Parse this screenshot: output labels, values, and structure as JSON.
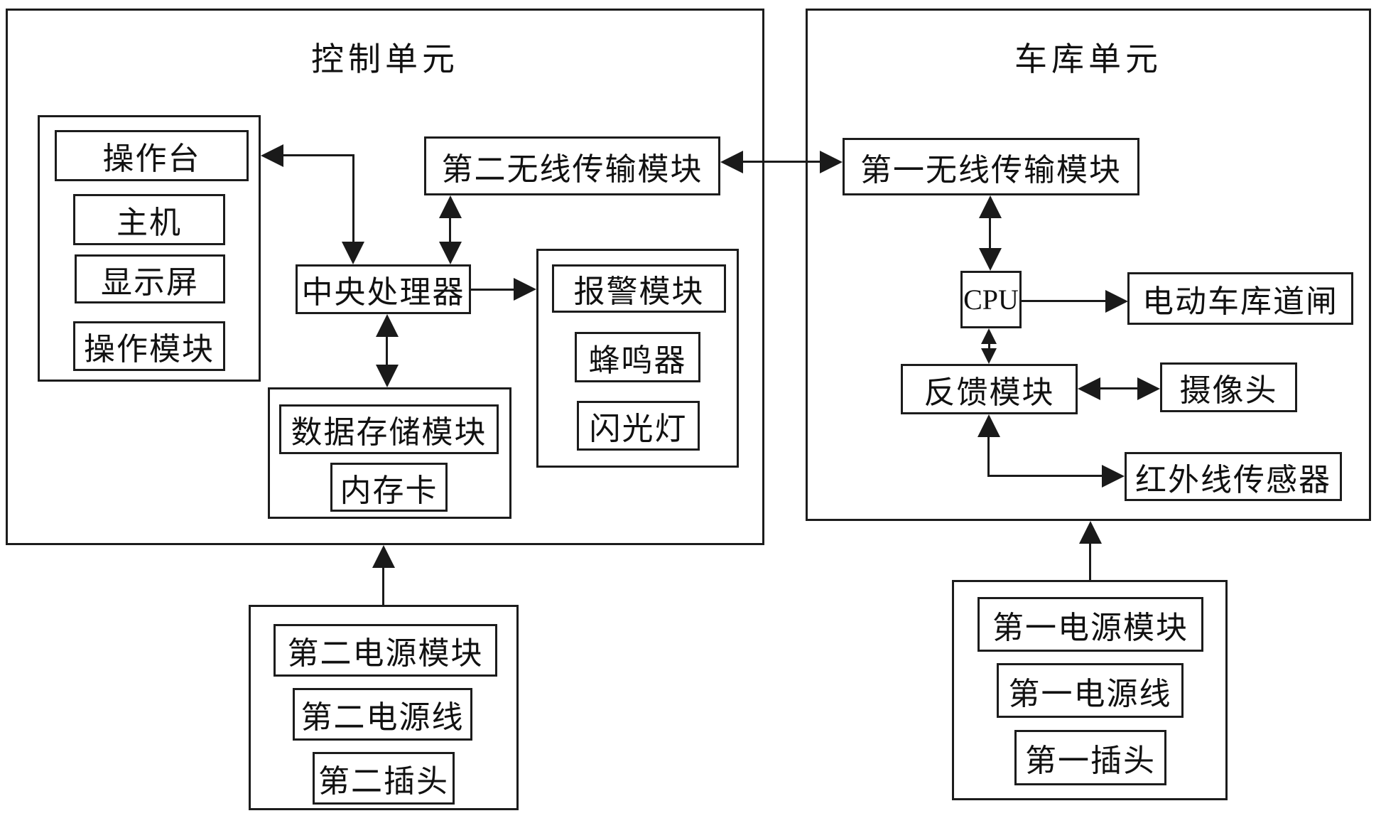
{
  "diagram": {
    "control_unit": {
      "title": "控制单元",
      "console_group": {
        "console": "操作台",
        "host": "主机",
        "display": "显示屏",
        "operation_module": "操作模块"
      },
      "wireless2": "第二无线传输模块",
      "cpu": "中央处理器",
      "alarm_group": {
        "alarm": "报警模块",
        "buzzer": "蜂鸣器",
        "flash": "闪光灯"
      },
      "storage_group": {
        "storage": "数据存储模块",
        "memory_card": "内存卡"
      },
      "power_group": {
        "module": "第二电源模块",
        "cable": "第二电源线",
        "plug": "第二插头"
      }
    },
    "garage_unit": {
      "title": "车库单元",
      "wireless1": "第一无线传输模块",
      "cpu": "CPU",
      "barrier": "电动车库道闸",
      "feedback": "反馈模块",
      "camera": "摄像头",
      "infrared": "红外线传感器",
      "power_group": {
        "module": "第一电源模块",
        "cable": "第一电源线",
        "plug": "第一插头"
      }
    },
    "connections": [
      {
        "from": "中央处理器",
        "to": "操作台",
        "type": "arrow",
        "shape": "L"
      },
      {
        "from": "第二无线传输模块",
        "to": "中央处理器",
        "type": "double-arrow"
      },
      {
        "from": "第二无线传输模块",
        "to": "第一无线传输模块",
        "type": "double-arrow"
      },
      {
        "from": "中央处理器",
        "to": "报警模块",
        "type": "arrow"
      },
      {
        "from": "中央处理器",
        "to": "数据存储模块",
        "type": "double-arrow"
      },
      {
        "from": "第二电源模块",
        "to": "控制单元",
        "type": "arrow"
      },
      {
        "from": "第一无线传输模块",
        "to": "CPU",
        "type": "double-arrow"
      },
      {
        "from": "CPU",
        "to": "电动车库道闸",
        "type": "arrow"
      },
      {
        "from": "CPU",
        "to": "反馈模块",
        "type": "double-arrow"
      },
      {
        "from": "反馈模块",
        "to": "摄像头",
        "type": "double-arrow"
      },
      {
        "from": "红外线传感器",
        "to": "反馈模块",
        "type": "double-arrow",
        "shape": "L"
      },
      {
        "from": "第一电源模块",
        "to": "车库单元",
        "type": "arrow"
      }
    ],
    "colors": {
      "line": "#1a1a1a",
      "background": "#ffffff"
    }
  }
}
